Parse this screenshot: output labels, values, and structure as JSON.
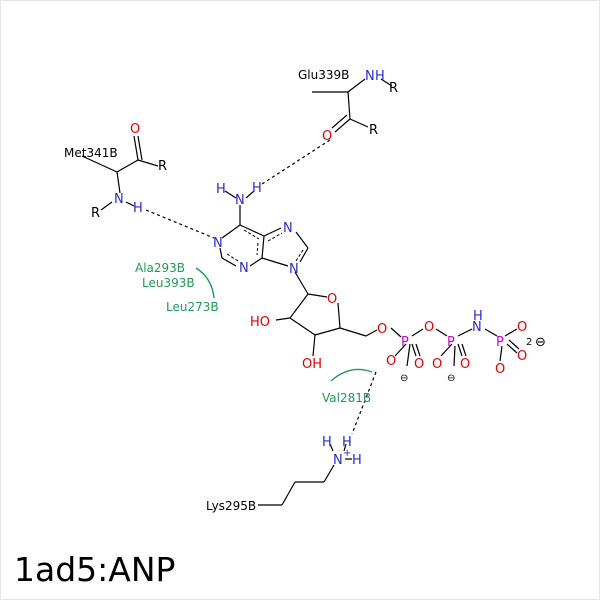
{
  "title": "1ad5:ANP",
  "colors": {
    "bond": "#000000",
    "nitrogen": "#2b2bcc",
    "oxygen": "#e00000",
    "phosphorus": "#cc00cc",
    "hydrophobic": "#1f9a56"
  },
  "residues": {
    "glu": "Glu339B",
    "met": "Met341B",
    "ala": "Ala293B",
    "leu393": "Leu393B",
    "leu273": "Leu273B",
    "val": "Val281B",
    "lys": "Lys295B"
  },
  "atoms": {
    "N": "N",
    "H": "H",
    "O": "O",
    "R": "R",
    "P": "P",
    "HO": "HO",
    "OH": "OH",
    "charge_two": "2",
    "minus": "⊖",
    "plus": "+"
  }
}
